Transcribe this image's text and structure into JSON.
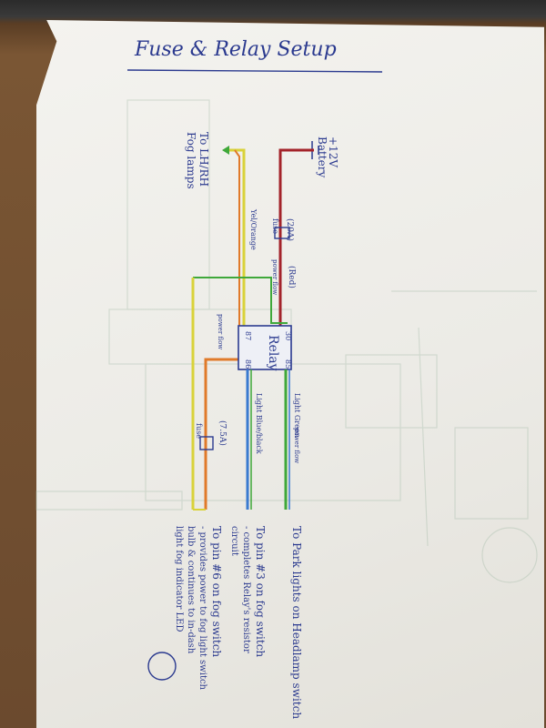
{
  "title": "Fuse & Relay Setup",
  "battery": {
    "line1": "+12V",
    "line2": "Battery"
  },
  "fuse_top": {
    "rating": "(20A)",
    "label": "fuse"
  },
  "power_flow_top": "power flow",
  "red_label": "(Red)",
  "to_fog_lamps": {
    "line1": "To LH/RH",
    "line2": "Fog lamps"
  },
  "yellow_orange_label": "Yel/Orange",
  "relay": {
    "label": "Relay",
    "pin30": "30",
    "pin87": "87",
    "pin85": "85",
    "pin86": "86"
  },
  "power_flow_left": "power flow",
  "light_green_label": "Light Green",
  "power_flow_right": "power flow",
  "light_blue_black_label": "Light Blue/black",
  "fuse_bottom": {
    "rating": "(7.5A)",
    "label": "fuse"
  },
  "notes": {
    "note1": "To Park lights on Headlamp switch",
    "note2_line1": "To pin #3 on fog switch",
    "note2_line2": "- completes Relay's resistor",
    "note2_line3": "circuit",
    "note3_line1": "To pin #6 on fog switch",
    "note3_line2": "- provides power to fog light switch",
    "note3_line3": "bulb & continues to in-dash",
    "note3_line4": "light fog indicator LED"
  },
  "wire_colors": {
    "red": "#a3232a",
    "green": "#3fa83a",
    "yellow": "#d9d23a",
    "orange": "#e07a2a",
    "blue": "#3a7ad0",
    "ink": "#2b3a8f"
  }
}
